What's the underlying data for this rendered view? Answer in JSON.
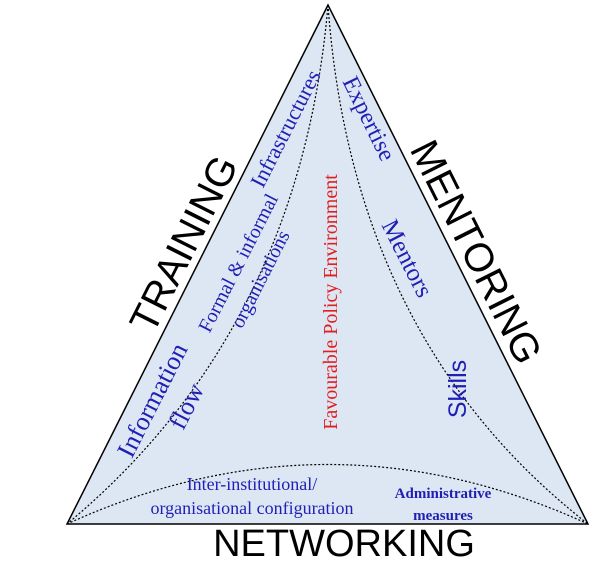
{
  "labels": {
    "training": "TRAINING",
    "mentoring": "MENTORING",
    "networking": "NETWORKING",
    "infrastructures": "Infrastructures",
    "expertise": "Expertise",
    "formal_line1": "Formal & informal",
    "formal_line2": "organisations",
    "mentors": "Mentors",
    "favourable": "Favourable Policy Environment",
    "information": "Information",
    "flow": "flow",
    "skills": "Skills",
    "inter_line1": "Inter-institutional/",
    "inter_line2": "organisational configuration",
    "admin_line1": "Administrative",
    "admin_line2": "measures"
  },
  "colors": {
    "fill": "#dde6f3",
    "outline": "#000000",
    "blue_text": "#1f1fb4",
    "red_text": "#e02020"
  }
}
